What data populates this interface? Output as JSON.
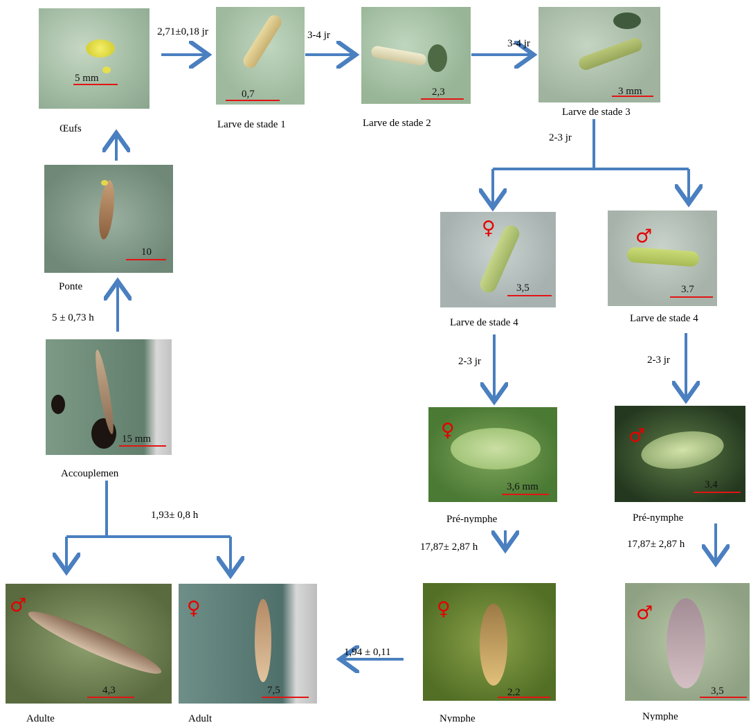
{
  "colors": {
    "arrow": "#4a7fc0",
    "scale_bar": "#e31414",
    "sex_symbol": "#e50000"
  },
  "symbols": {
    "female": "♀",
    "male": "♂"
  },
  "stages": {
    "oeufs": {
      "label": "Œufs",
      "scale": "5 mm"
    },
    "larve1": {
      "label": "Larve de stade 1",
      "scale": "0,7"
    },
    "larve2": {
      "label": "Larve de stade 2",
      "scale": "2,3"
    },
    "larve3": {
      "label": "Larve de stade 3",
      "scale": "3 mm"
    },
    "larve4_female": {
      "label": "Larve de stade 4",
      "scale": "3,5"
    },
    "larve4_male": {
      "label": "Larve de stade 4",
      "scale": "3,7"
    },
    "prenymphe_female": {
      "label": "Pré-nymphe",
      "scale": "3,6 mm"
    },
    "prenymphe_male": {
      "label": "Pré-nymphe",
      "scale": "3,4"
    },
    "nymphe_female": {
      "label": "Nymphe",
      "scale": "2,2"
    },
    "nymphe_male": {
      "label": "Nymphe",
      "scale": "3,5"
    },
    "adulte_male": {
      "label": "Adulte",
      "scale": "4,3"
    },
    "adulte_female": {
      "label": "Adult",
      "scale": "7,5"
    },
    "accouplement": {
      "label": "Accouplemen",
      "scale": "15  mm"
    },
    "ponte": {
      "label": "Ponte",
      "scale": "10"
    }
  },
  "durations": {
    "oeufs_to_l1": "2,71±0,18 jr",
    "l1_to_l2": "3-4 jr",
    "l2_to_l3": "3-4 jr",
    "l3_to_l4": "2-3 jr",
    "l4_to_prenymphe_female": "2-3 jr",
    "l4_to_prenymphe_male": "2-3 jr",
    "prenymphe_to_nymphe_female": "17,87± 2,87 h",
    "prenymphe_to_nymphe_male": "17,87± 2,87 h",
    "nymphe_to_adult": "1,94 ± 0,11",
    "accouplement_to_adults": "1,93± 0,8 h",
    "accouplement_to_ponte": "5 ± 0,73 h"
  }
}
